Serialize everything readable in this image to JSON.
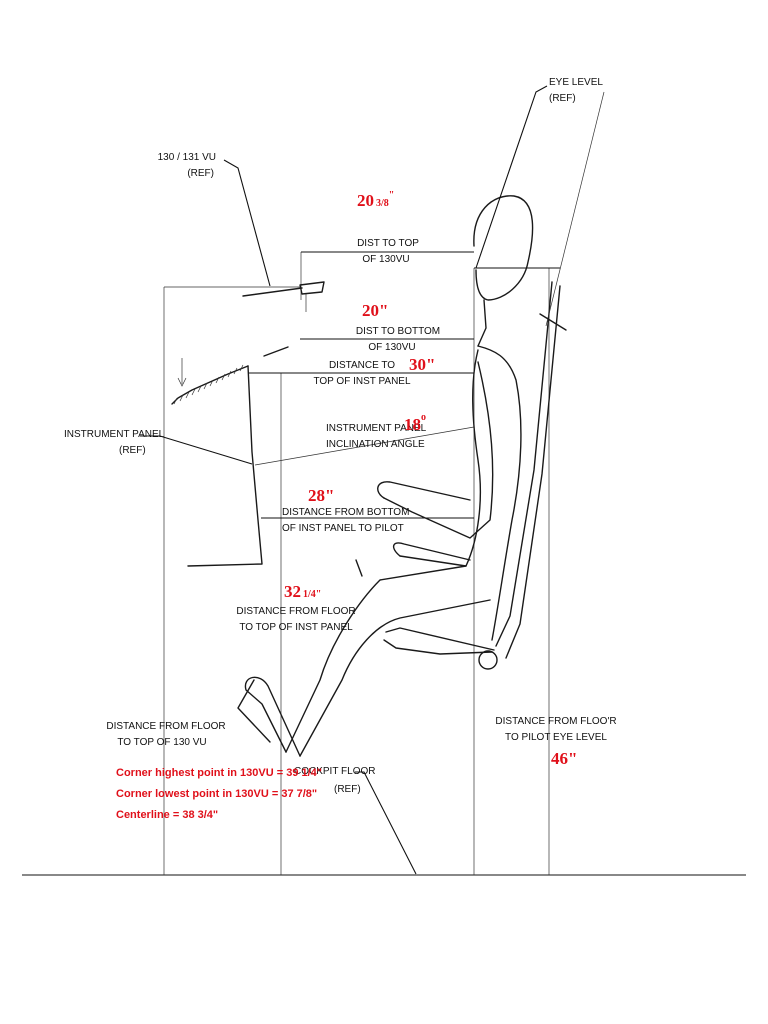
{
  "colors": {
    "annotation_red": "#e0101a",
    "line": "#111111"
  },
  "labels": {
    "vu_ref_1": "130 / 131 VU",
    "vu_ref_2": "(REF)",
    "eye_level_1": "EYE LEVEL",
    "eye_level_2": "(REF)",
    "dist_top_1": "DIST TO TOP",
    "dist_top_2": "OF 130VU",
    "dist_bottom_1": "DIST TO BOTTOM",
    "dist_bottom_2": "OF 130VU",
    "dist_inst_top_1": "DISTANCE TO",
    "dist_inst_top_2": "TOP OF INST PANEL",
    "inst_panel_1": "INSTRUMENT PANEL",
    "inst_panel_2": "(REF)",
    "incl_1": "INSTRUMENT PANEL",
    "incl_2": "INCLINATION ANGLE",
    "bottom_pilot_1": "DISTANCE FROM BOTTOM",
    "bottom_pilot_2": "OF INST PANEL TO PILOT",
    "floor_inst_1": "DISTANCE FROM FLOOR",
    "floor_inst_2": "TO TOP OF INST PANEL",
    "floor_vu_1": "DISTANCE FROM FLOOR",
    "floor_vu_2": "TO TOP OF 130 VU",
    "floor_eye_1": "DISTANCE FROM FLOO'R",
    "floor_eye_2": "TO PILOT EYE LEVEL",
    "cockpit_1": "COCKPIT FLOOR",
    "cockpit_2": "(REF)"
  },
  "measurements": {
    "dist_top_whole": "20",
    "dist_top_frac": "3/8",
    "dist_top_inch": "\"",
    "dist_bottom": "20\"",
    "dist_inst_top": "30\"",
    "angle_value": "18",
    "angle_degree": "o",
    "bottom_pilot": "28\"",
    "floor_inst_whole": "32",
    "floor_inst_frac": "1/4\"",
    "floor_eye": "46\""
  },
  "notes": [
    "Corner highest point in 130VU = 39 1/4\"",
    "Corner lowest point in 130VU = 37 7/8\"",
    "Centerline = 38 3/4\""
  ]
}
